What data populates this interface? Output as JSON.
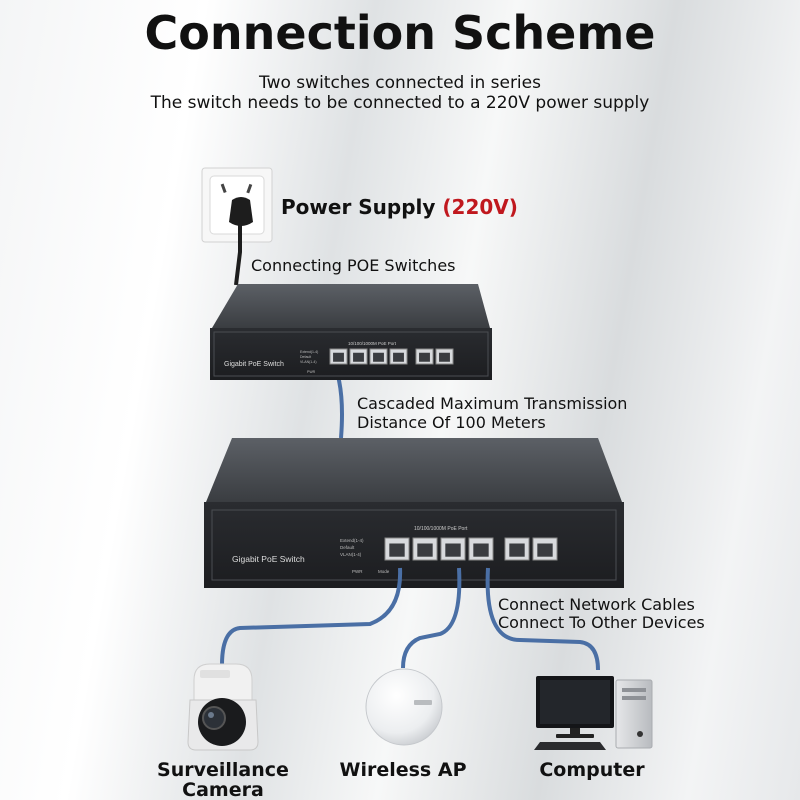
{
  "title": "Connection Scheme",
  "subtitle_line1": "Two switches connected in series",
  "subtitle_line2": "The switch needs to be connected to a 220V power supply",
  "power_supply": {
    "label": "Power Supply",
    "voltage": "(220V)"
  },
  "connecting_label": "Connecting POE Switches",
  "cascade_line1": "Cascaded Maximum Transmission",
  "cascade_line2": "Distance Of 100 Meters",
  "network_line1": "Connect Network Cables",
  "network_line2": "Connect To Other Devices",
  "switch_small": {
    "name": "Gigabit PoE Switch",
    "port_header": "10/100/1000M PoE Port",
    "dip_labels": [
      "Extend(1-4)",
      "Default",
      "VLAN(1-4)"
    ],
    "pwr": "PWR"
  },
  "switch_large": {
    "name": "Gigabit PoE Switch",
    "port_header": "10/100/1000M PoE Port",
    "dip_labels": [
      "Extend(1-4)",
      "Default",
      "VLAN(1-4)"
    ],
    "pwr": "PWR",
    "mode": "Mode"
  },
  "devices": {
    "camera_line1": "Surveillance",
    "camera_line2": "Camera",
    "ap": "Wireless AP",
    "computer": "Computer"
  },
  "colors": {
    "accent_red": "#c0181e",
    "cable": "#4a6fa5",
    "switch_body": "#3b3e42"
  }
}
